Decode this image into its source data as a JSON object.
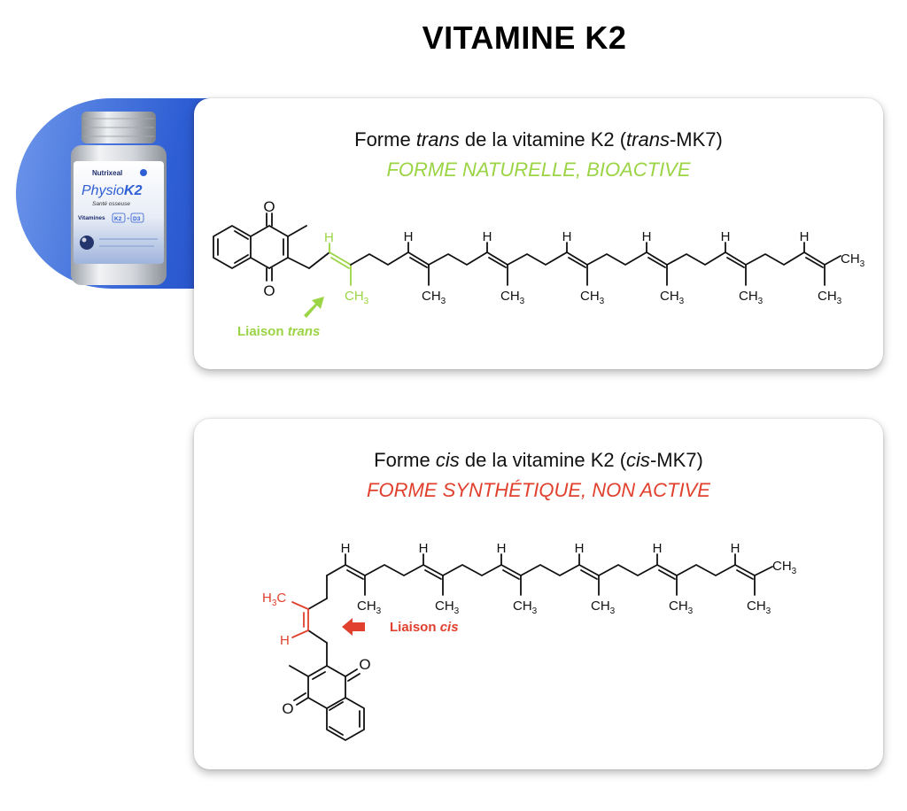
{
  "page": {
    "title": "VITAMINE K2"
  },
  "product": {
    "brand": "Nutrixeal",
    "name_a": "Physio",
    "name_b": "K2",
    "subtitle": "Santé osseuse",
    "vitamins_label": "Vitamines",
    "tag_k2": "K2",
    "tag_d3": "D3"
  },
  "trans_card": {
    "heading_a": "Forme ",
    "heading_b": "trans",
    "heading_c": " de la vitamine K2 (",
    "heading_d": "trans",
    "heading_e": "-MK7)",
    "subtitle": "FORME NATURELLE, BIOACTIVE",
    "bond_label_a": "Liaison ",
    "bond_label_b": "trans",
    "color": "#9bd444"
  },
  "cis_card": {
    "heading_a": "Forme ",
    "heading_b": "cis",
    "heading_c": " de la vitamine K2 (",
    "heading_d": "cis",
    "heading_e": "-MK7)",
    "subtitle": "FORME SYNTHÉTIQUE, NON ACTIVE",
    "bond_label_a": "Liaison ",
    "bond_label_b": "cis",
    "color": "#e0402d"
  },
  "molecule": {
    "atom_o": "O",
    "atom_h": "H",
    "methyl_c": "CH",
    "methyl_sub": "3",
    "methyl_h3c_a": "H",
    "methyl_h3c_sub": "3",
    "methyl_h3c_b": "C"
  }
}
